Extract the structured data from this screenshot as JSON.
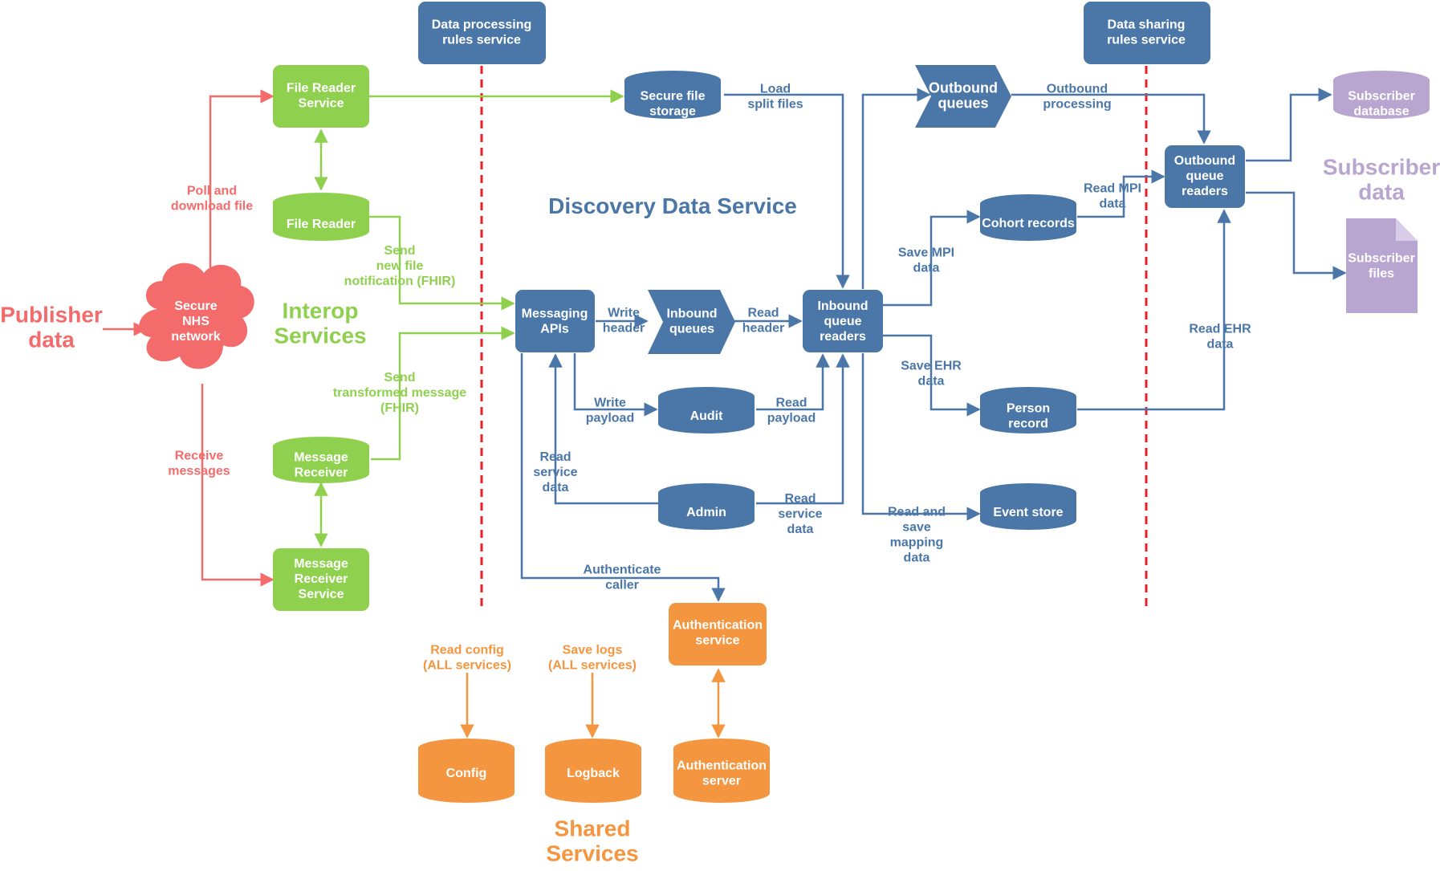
{
  "colors": {
    "blue": "#4a77a8",
    "green": "#8fd14f",
    "red": "#f46b6b",
    "orange": "#f4953f",
    "purple": "#b8a5d0",
    "divider": "#e8202a"
  },
  "regions": {
    "publisher": [
      "Publisher",
      "data"
    ],
    "interop": [
      "Interop",
      "Services"
    ],
    "discovery": "Discovery Data Service",
    "subscriber": [
      "Subscriber",
      "data"
    ],
    "shared": [
      "Shared",
      "Services"
    ]
  },
  "nodes": {
    "dp_rules": [
      "Data processing",
      "rules service"
    ],
    "ds_rules": [
      "Data sharing",
      "rules service"
    ],
    "file_reader_service": [
      "File Reader",
      "Service"
    ],
    "file_reader": [
      "File Reader"
    ],
    "secure_nhs": [
      "Secure",
      "NHS",
      "network"
    ],
    "message_receiver": [
      "Message",
      "Receiver"
    ],
    "message_receiver_service": [
      "Message",
      "Receiver",
      "Service"
    ],
    "secure_file_storage": [
      "Secure file",
      "storage"
    ],
    "messaging_apis": [
      "Messaging",
      "APIs"
    ],
    "inbound_queues": [
      "Inbound",
      "queues"
    ],
    "inbound_queue_readers": [
      "Inbound",
      "queue",
      "readers"
    ],
    "audit": [
      "Audit"
    ],
    "admin": [
      "Admin"
    ],
    "outbound_queues": [
      "Outbound",
      "queues"
    ],
    "cohort_records": [
      "Cohort records"
    ],
    "person_record": [
      "Person",
      "record"
    ],
    "event_store": [
      "Event store"
    ],
    "outbound_queue_readers": [
      "Outbound",
      "queue",
      "readers"
    ],
    "subscriber_database": [
      "Subscriber",
      "database"
    ],
    "subscriber_files": [
      "Subscriber",
      "files"
    ],
    "auth_service": [
      "Authentication",
      "service"
    ],
    "config": [
      "Config"
    ],
    "logback": [
      "Logback"
    ],
    "auth_server": [
      "Authentication",
      "server"
    ]
  },
  "edge_labels": {
    "poll": [
      "Poll and",
      "download file"
    ],
    "receive": [
      "Receive",
      "messages"
    ],
    "send_file": [
      "Send",
      "new file",
      "notification (FHIR)"
    ],
    "send_msg": [
      "Send",
      "transformed message",
      "(FHIR)"
    ],
    "load_split": [
      "Load",
      "split files"
    ],
    "write_header": [
      "Write",
      "header"
    ],
    "read_header": [
      "Read",
      "header"
    ],
    "write_payload": [
      "Write",
      "payload"
    ],
    "read_payload": [
      "Read",
      "payload"
    ],
    "read_service_left": [
      "Read",
      "service",
      "data"
    ],
    "read_service_right": [
      "Read",
      "service",
      "data"
    ],
    "auth_caller": [
      "Authenticate",
      "caller"
    ],
    "outbound_processing": [
      "Outbound",
      "processing"
    ],
    "save_mpi": [
      "Save MPI",
      "data"
    ],
    "save_ehr": [
      "Save EHR",
      "data"
    ],
    "read_save_mapping": [
      "Read and",
      "save",
      "mapping",
      "data"
    ],
    "read_mpi": [
      "Read MPI",
      "data"
    ],
    "read_ehr": [
      "Read EHR",
      "data"
    ],
    "read_config": [
      "Read config",
      "(ALL services)"
    ],
    "save_logs": [
      "Save logs",
      "(ALL services)"
    ]
  }
}
